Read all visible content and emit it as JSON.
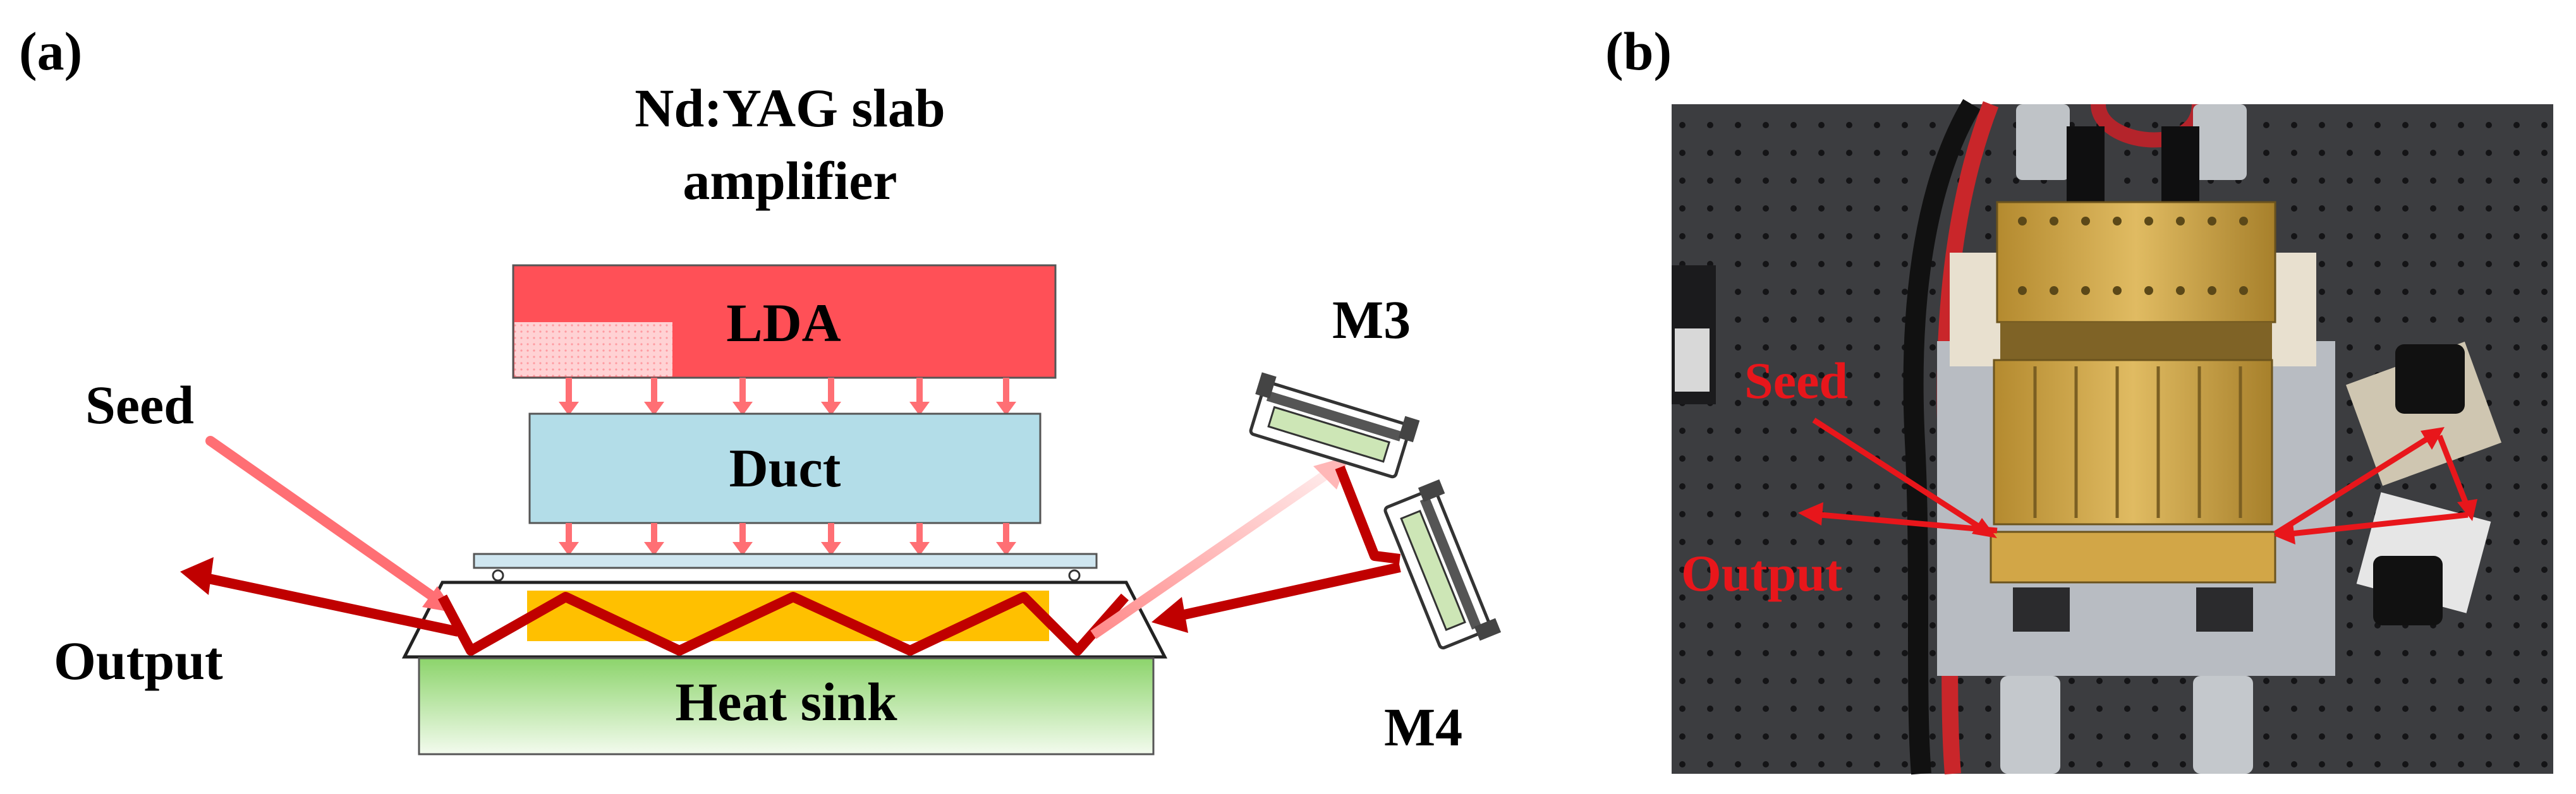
{
  "panel_a": {
    "tag": "(a)",
    "title_line1": "Nd:YAG slab",
    "title_line2": "amplifier",
    "lda_label": "LDA",
    "duct_label": "Duct",
    "heatsink_label": "Heat sink",
    "seed_label": "Seed",
    "output_label": "Output",
    "m3_label": "M3",
    "m4_label": "M4"
  },
  "panel_b": {
    "tag": "(b)",
    "seed_label": "Seed",
    "output_label": "Output"
  },
  "colors": {
    "lda": "#ff5057",
    "duct": "#b3dde8",
    "slab": "#ffc000",
    "heatsink_top": "#8cd46b",
    "beam_dark": "#c00000",
    "beam_light": "#ff7a7a",
    "annotation_red": "#e8161b"
  }
}
